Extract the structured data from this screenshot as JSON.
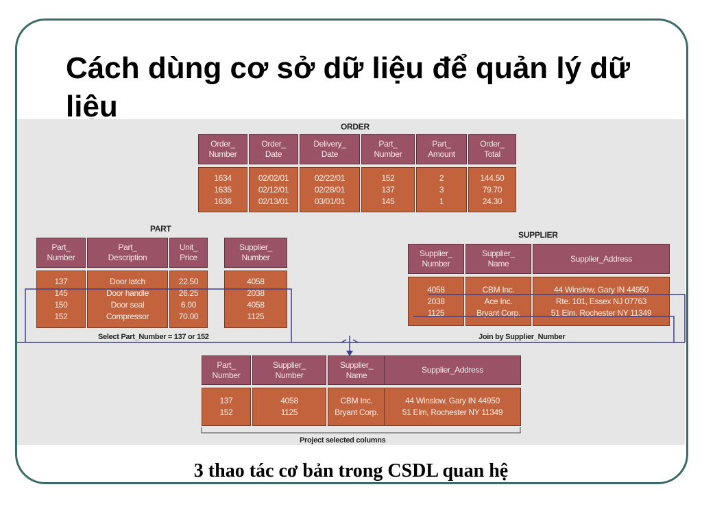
{
  "slide": {
    "title": "Cách dùng cơ sở dữ liệu để quản lý dữ liệu",
    "caption": "3 thao tác cơ bản trong CSDL quan hệ"
  },
  "figure": {
    "tables": {
      "order": {
        "label": "ORDER",
        "columns": [
          {
            "header": "Order_\nNumber",
            "cells": [
              "1634",
              "1635",
              "1636"
            ]
          },
          {
            "header": "Order_\nDate",
            "cells": [
              "02/02/01",
              "02/12/01",
              "02/13/01"
            ]
          },
          {
            "header": "Delivery_\nDate",
            "cells": [
              "02/22/01",
              "02/28/01",
              "03/01/01"
            ]
          },
          {
            "header": "Part_\nNumber",
            "cells": [
              "152",
              "137",
              "145"
            ]
          },
          {
            "header": "Part_\nAmount",
            "cells": [
              "2",
              "3",
              "1"
            ]
          },
          {
            "header": "Order_\nTotal",
            "cells": [
              "144.50",
              "79.70",
              "24.30"
            ]
          }
        ]
      },
      "part": {
        "label": "PART",
        "columns": [
          {
            "header": "Part_\nNumber",
            "cells": [
              "137",
              "145",
              "150",
              "152"
            ]
          },
          {
            "header": "Part_\nDescription",
            "cells": [
              "Door latch",
              "Door handle",
              "Door seal",
              "Compressor"
            ]
          },
          {
            "header": "Unit_\nPrice",
            "cells": [
              "22.50",
              "26.25",
              "6.00",
              "70.00"
            ]
          },
          {
            "header": "Supplier_\nNumber",
            "cells": [
              "4058",
              "2038",
              "4058",
              "1125"
            ]
          }
        ]
      },
      "supplier": {
        "label": "SUPPLIER",
        "columns": [
          {
            "header": "Supplier_\nNumber",
            "cells": [
              "4058",
              "2038",
              "1125"
            ]
          },
          {
            "header": "Supplier_\nName",
            "cells": [
              "CBM Inc.",
              "Ace Inc.",
              "Bryant Corp."
            ]
          },
          {
            "header": "Supplier_Address",
            "cells": [
              "44 Winslow, Gary IN   44950",
              "Rte. 101, Essex  NJ  07763",
              "51 Elm, Rochester  NY   11349"
            ]
          }
        ]
      },
      "result": {
        "label": "",
        "columns": [
          {
            "header": "Part_\nNumber",
            "cells": [
              "137",
              "152"
            ]
          },
          {
            "header": "Supplier_\nNumber",
            "cells": [
              "4058",
              "1125"
            ]
          },
          {
            "header": "Supplier_\nName",
            "cells": [
              "CBM Inc.",
              "Bryant Corp."
            ]
          },
          {
            "header": "Supplier_Address",
            "cells": [
              "44 Winslow, Gary IN   44950",
              "51 Elm, Rochester  NY   11349"
            ]
          }
        ]
      }
    },
    "operations": {
      "select": "Select Part_Number = 137 or 152",
      "join": "Join by Supplier_Number",
      "project": "Project selected columns"
    }
  }
}
